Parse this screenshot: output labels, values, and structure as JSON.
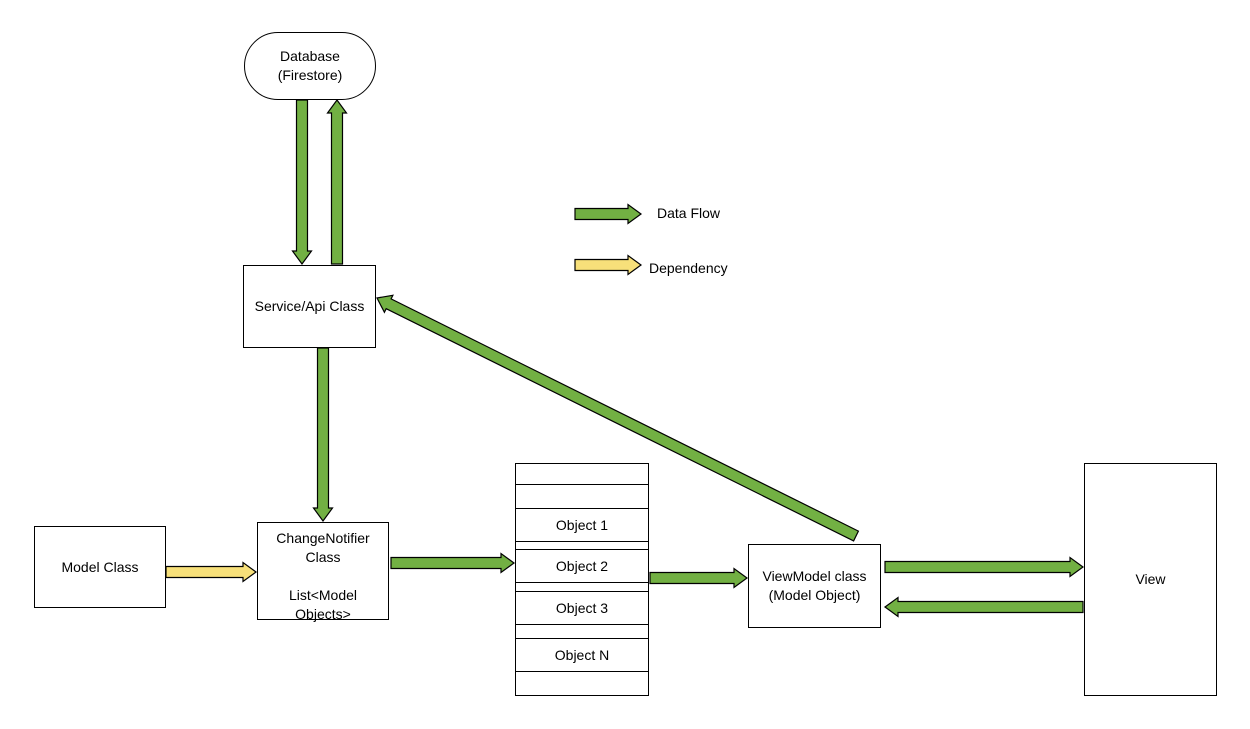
{
  "colors": {
    "data_flow": "#72b043",
    "dependency": "#f7e07a",
    "stroke": "#000000"
  },
  "legend": {
    "data_flow_label": "Data Flow",
    "dependency_label": "Dependency"
  },
  "nodes": {
    "database": "Database\n(Firestore)",
    "service": "Service/Api Class",
    "model_class": "Model Class",
    "change_notifier": "ChangeNotifier\nClass\n\nList<Model\nObjects>",
    "object_1": "Object 1",
    "object_2": "Object 2",
    "object_3": "Object 3",
    "object_n": "Object N",
    "viewmodel": "ViewModel class\n(Model Object)",
    "view": "View"
  },
  "edges": [
    {
      "from": "database",
      "to": "service",
      "kind": "data_flow"
    },
    {
      "from": "service",
      "to": "database",
      "kind": "data_flow"
    },
    {
      "from": "service",
      "to": "change_notifier",
      "kind": "data_flow"
    },
    {
      "from": "model_class",
      "to": "change_notifier",
      "kind": "dependency"
    },
    {
      "from": "change_notifier",
      "to": "object_2",
      "kind": "data_flow"
    },
    {
      "from": "object_2",
      "to": "viewmodel",
      "kind": "data_flow"
    },
    {
      "from": "viewmodel",
      "to": "service",
      "kind": "data_flow"
    },
    {
      "from": "viewmodel",
      "to": "view",
      "kind": "data_flow"
    },
    {
      "from": "view",
      "to": "viewmodel",
      "kind": "data_flow"
    }
  ]
}
